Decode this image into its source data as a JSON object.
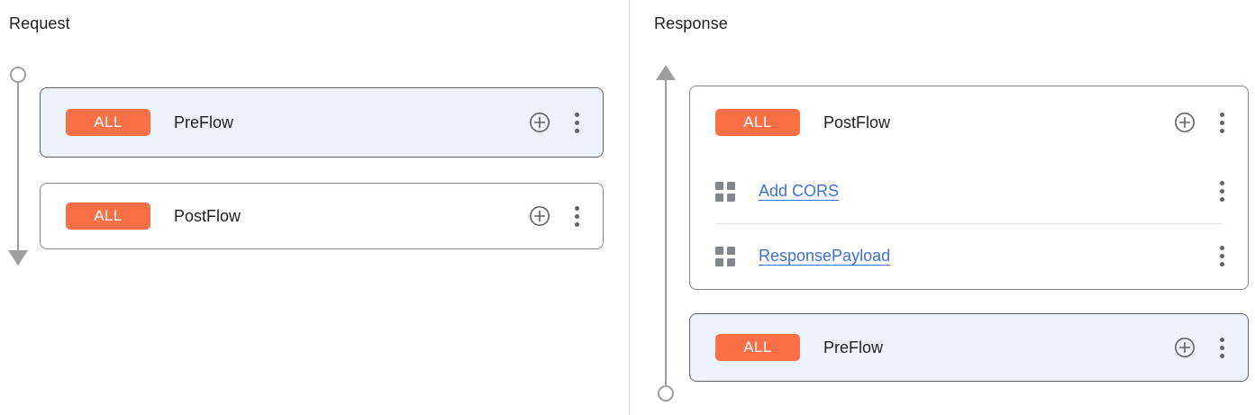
{
  "panels": {
    "request": {
      "title": "Request",
      "rail": {
        "start_marker": "circle",
        "end_marker": "arrow-down",
        "direction": "down"
      },
      "cards": [
        {
          "id": "req-preflow",
          "selected": true,
          "badge": "ALL",
          "name": "PreFlow",
          "actions": {
            "add": "add-icon",
            "more": "more-vert-icon"
          },
          "policies": []
        },
        {
          "id": "req-postflow",
          "selected": false,
          "badge": "ALL",
          "name": "PostFlow",
          "actions": {
            "add": "add-icon",
            "more": "more-vert-icon"
          },
          "policies": []
        }
      ]
    },
    "response": {
      "title": "Response",
      "rail": {
        "start_marker": "arrow-up",
        "end_marker": "circle",
        "direction": "up"
      },
      "cards": [
        {
          "id": "res-postflow",
          "selected": false,
          "badge": "ALL",
          "name": "PostFlow",
          "actions": {
            "add": "add-icon",
            "more": "more-vert-icon"
          },
          "policies": [
            {
              "icon": "grid-icon",
              "label": "Add CORS",
              "more": "more-vert-icon"
            },
            {
              "icon": "grid-icon",
              "label": "ResponsePayload",
              "more": "more-vert-icon"
            }
          ]
        },
        {
          "id": "res-preflow",
          "selected": true,
          "badge": "ALL",
          "name": "PreFlow",
          "actions": {
            "add": "add-icon",
            "more": "more-vert-icon"
          },
          "policies": []
        }
      ]
    }
  },
  "colors": {
    "badge_orange": "#fb7047",
    "link_blue": "#3f6fd8",
    "selected_card_bg": "#edf2fc",
    "card_border": "#80868b",
    "rail_gray": "#9e9e9e",
    "icon_gray": "#5f6368",
    "divider_gray": "#dadce0"
  }
}
